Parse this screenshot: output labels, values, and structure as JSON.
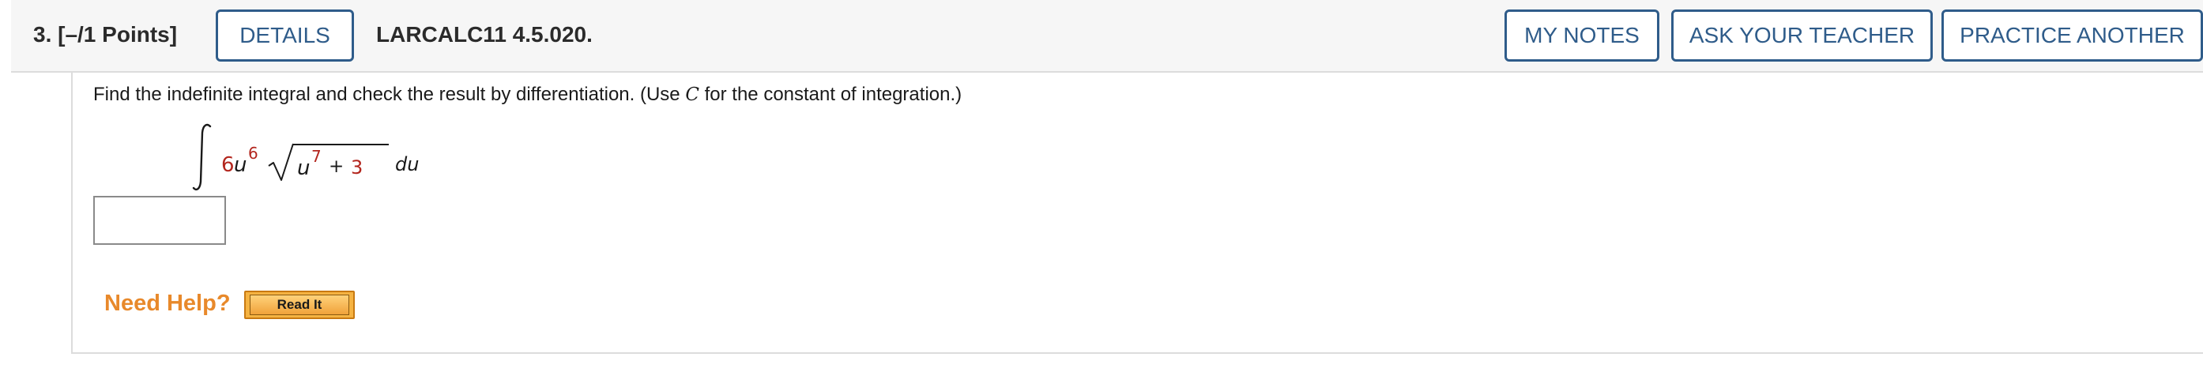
{
  "header": {
    "question_label": "3. [–/1 Points]",
    "details_label": "DETAILS",
    "course_code": "LARCALC11 4.5.020.",
    "my_notes_label": "MY NOTES",
    "ask_teacher_label": "ASK YOUR TEACHER",
    "practice_another_label": "PRACTICE ANOTHER"
  },
  "question": {
    "instructions_before": "Find the indefinite integral and check the result by differentiation. (Use ",
    "instructions_var": "C",
    "instructions_after": " for the constant of integration.)",
    "math": {
      "coefficient": "6",
      "variable": "u",
      "outer_exponent": "6",
      "inner_exponent": "7",
      "plus": "+",
      "constant": "3",
      "differential": "du"
    },
    "answer_value": ""
  },
  "help": {
    "need_help_label": "Need Help?",
    "read_it_label": "Read It"
  },
  "colors": {
    "accent_blue": "#2f5c8a",
    "math_red": "#b3261e",
    "help_orange": "#e8892b"
  }
}
